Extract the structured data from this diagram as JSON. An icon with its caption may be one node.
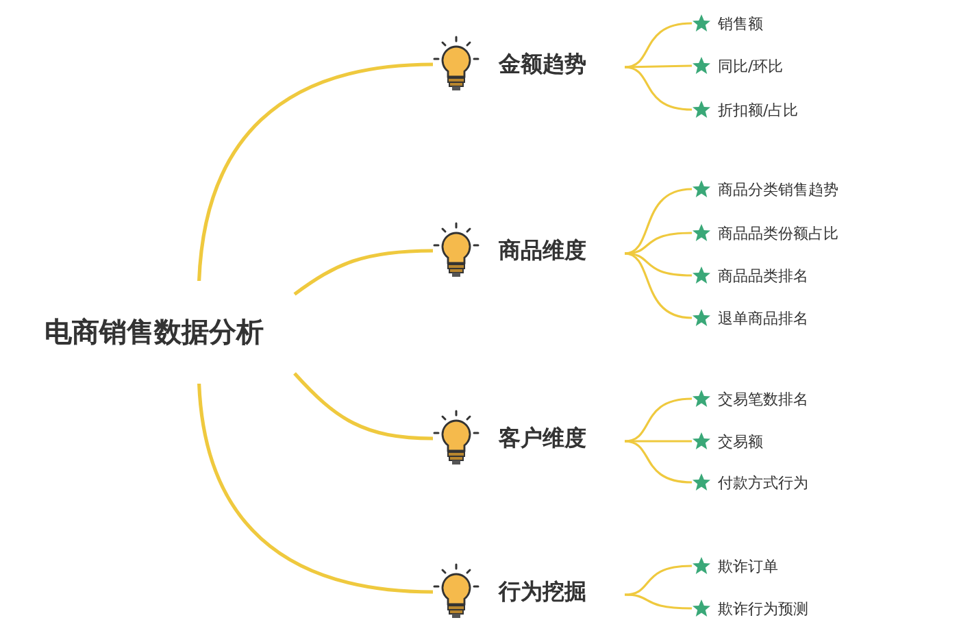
{
  "diagram": {
    "nodes": [
      {
        "text": [
          "电商销售数据分析"
        ]
      },
      {
        "text": [
          "金额趋势"
        ]
      },
      {
        "text": [
          "销售额"
        ]
      },
      {
        "text": [
          "同比/环比"
        ]
      },
      {
        "text": [
          "折扣额/占比"
        ]
      },
      {
        "text": [
          "商品维度"
        ]
      },
      {
        "text": [
          "商品分类销售趋势"
        ]
      },
      {
        "text": [
          "商品品类份额占比"
        ]
      },
      {
        "text": [
          "商品品类排名"
        ]
      },
      {
        "text": [
          "退单商品排名"
        ]
      },
      {
        "text": [
          "客户维度"
        ]
      },
      {
        "text": [
          "交易笔数排名"
        ]
      },
      {
        "text": [
          "交易额"
        ]
      },
      {
        "text": [
          "付款方式行为"
        ]
      },
      {
        "text": [
          "行为挖掘"
        ]
      },
      {
        "text": [
          "欺诈订单"
        ]
      },
      {
        "text": [
          "欺诈行为预测"
        ]
      }
    ],
    "edges": [
      {
        "from": 0,
        "to": 1,
        "arrow": "none"
      },
      {
        "from": 1,
        "to": 2,
        "arrow": "none"
      },
      {
        "from": 1,
        "to": 3,
        "arrow": "none"
      },
      {
        "from": 1,
        "to": 4,
        "arrow": "none"
      },
      {
        "from": 0,
        "to": 5,
        "arrow": "none"
      },
      {
        "from": 5,
        "to": 6,
        "arrow": "none"
      },
      {
        "from": 5,
        "to": 7,
        "arrow": "none"
      },
      {
        "from": 5,
        "to": 8,
        "arrow": "none"
      },
      {
        "from": 5,
        "to": 9,
        "arrow": "none"
      },
      {
        "from": 0,
        "to": 10,
        "arrow": "none"
      },
      {
        "from": 10,
        "to": 11,
        "arrow": "none"
      },
      {
        "from": 10,
        "to": 12,
        "arrow": "none"
      },
      {
        "from": 10,
        "to": 13,
        "arrow": "none"
      },
      {
        "from": 0,
        "to": 14,
        "arrow": "none"
      },
      {
        "from": 14,
        "to": 15,
        "arrow": "none"
      },
      {
        "from": 14,
        "to": 16,
        "arrow": "none"
      }
    ]
  }
}
